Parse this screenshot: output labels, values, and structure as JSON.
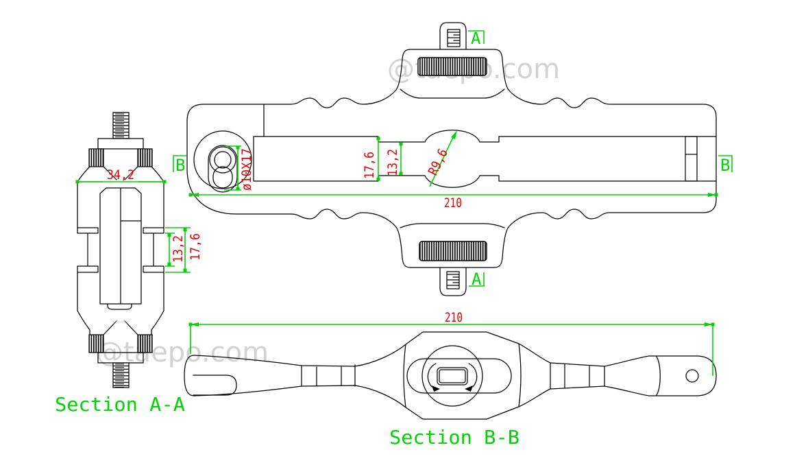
{
  "watermarks": {
    "top": "@taepo.com",
    "bottom": "@taepo.com"
  },
  "titles": {
    "section_aa": "Section A-A",
    "section_bb": "Section B-B"
  },
  "section_markers": {
    "a_top": "A",
    "a_bottom": "A",
    "b_left": "B",
    "b_right": "B"
  },
  "dimensions": {
    "top_view": {
      "hole": "ø10X17",
      "slot_outer": "17,6",
      "slot_inner": "13,2",
      "radius": "R9,6",
      "length": "210"
    },
    "side_view": {
      "width": "34,2",
      "inner": "13,2",
      "outer": "17,6"
    },
    "bottom_view": {
      "length": "210"
    }
  },
  "colors": {
    "outline": "#000000",
    "dimension_text": "#e60000",
    "annotation": "#00d400",
    "watermark": "#d2d2d2",
    "background": "#ffffff"
  }
}
